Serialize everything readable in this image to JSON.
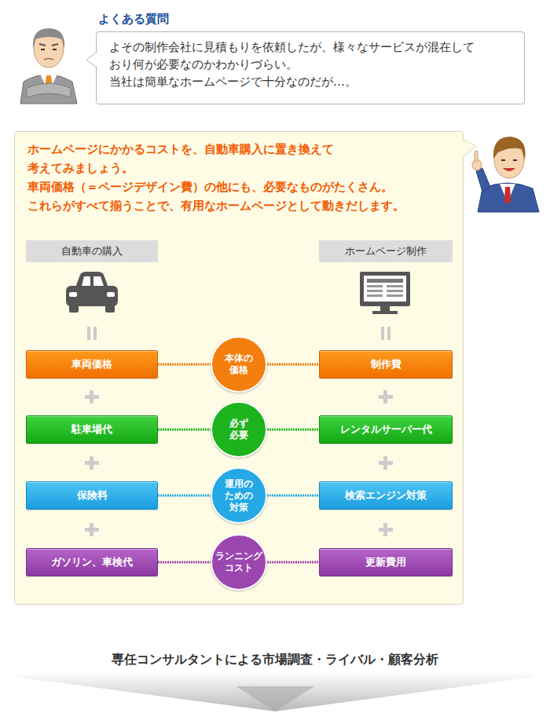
{
  "diagram": {
    "nodes": [
      {
        "text": [
          "よくある質問",
          "よその制作会社に見積もりを依頼したが、様々なサービスが混在しており何が必要なのかわかりづらい。",
          "当社は簡単なホームページで十分なのだが…。"
        ]
      },
      {
        "text": [
          "ホームページにかかるコストを、自動車購入に置き換えて考えてみましょう。",
          "車両価格（＝ページデザイン費）の他にも、必要なものがたくさん。",
          "これらがすべて揃うことで、有用なホームページとして動きだします。"
        ]
      },
      {
        "text": [
          "自動車の購入"
        ],
        "in": 1
      },
      {
        "text": [
          "ホームページ制作"
        ],
        "in": 1
      },
      {
        "text": [
          "車両価格"
        ],
        "in": 1
      },
      {
        "text": [
          "本体の価格"
        ],
        "in": 1
      },
      {
        "text": [
          "制作費"
        ],
        "in": 1
      },
      {
        "text": [
          "駐車場代"
        ],
        "in": 1
      },
      {
        "text": [
          "必ず必要"
        ],
        "in": 1
      },
      {
        "text": [
          "レンタルサーバー代"
        ],
        "in": 1
      },
      {
        "text": [
          "保険料"
        ],
        "in": 1
      },
      {
        "text": [
          "運用のための対策"
        ],
        "in": 1
      },
      {
        "text": [
          "検索エンジン対策"
        ],
        "in": 1
      },
      {
        "text": [
          "ガソリン、車検代"
        ],
        "in": 1
      },
      {
        "text": [
          "ランニングコスト"
        ],
        "in": 1
      },
      {
        "text": [
          "更新費用"
        ],
        "in": 1
      },
      {
        "text": [
          "専任コンサルタントによる市場調査・ライバル・顧客分析"
        ]
      }
    ],
    "edges": [
      {
        "from": 4,
        "to": 5,
        "arrow": "none"
      },
      {
        "from": 5,
        "to": 6,
        "arrow": "none"
      },
      {
        "from": 7,
        "to": 8,
        "arrow": "none"
      },
      {
        "from": 8,
        "to": 9,
        "arrow": "none"
      },
      {
        "from": 10,
        "to": 11,
        "arrow": "none"
      },
      {
        "from": 11,
        "to": 12,
        "arrow": "none"
      },
      {
        "from": 13,
        "to": 14,
        "arrow": "none"
      },
      {
        "from": 14,
        "to": 15,
        "arrow": "none"
      }
    ]
  }
}
